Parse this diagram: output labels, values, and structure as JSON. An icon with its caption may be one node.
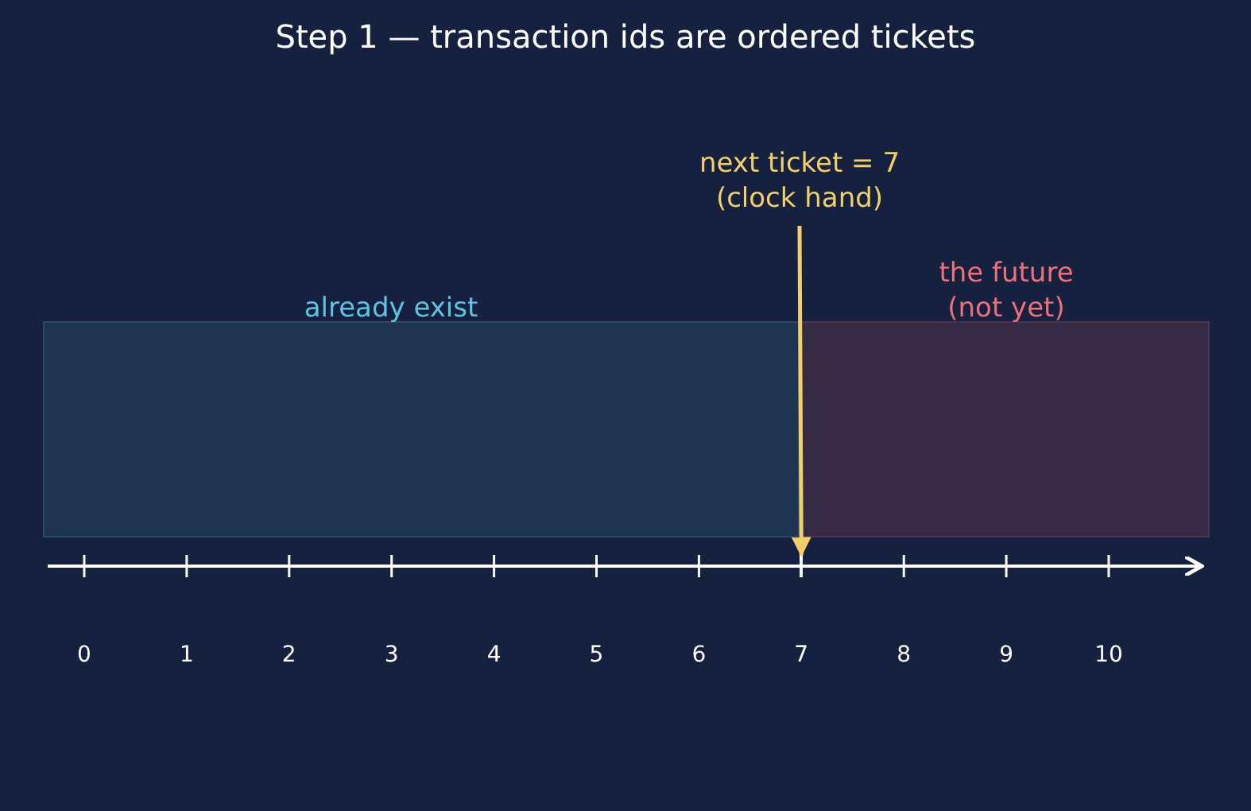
{
  "diagram": {
    "title": "Step 1 — transaction ids are ordered tickets",
    "nodes": [
      {
        "text": [
          "already exist"
        ]
      },
      {
        "text": [
          "the future (not yet)"
        ]
      },
      {
        "text": [
          "next ticket = 7 (clock hand)"
        ]
      },
      {
        "text": [],
        "shape": "bar"
      }
    ],
    "edges": [
      {
        "from": 2,
        "to": 3,
        "arrow": "to"
      }
    ],
    "labels": [
      "0",
      "1",
      "2",
      "3",
      "4",
      "5",
      "6",
      "7",
      "8",
      "9",
      "10"
    ]
  }
}
